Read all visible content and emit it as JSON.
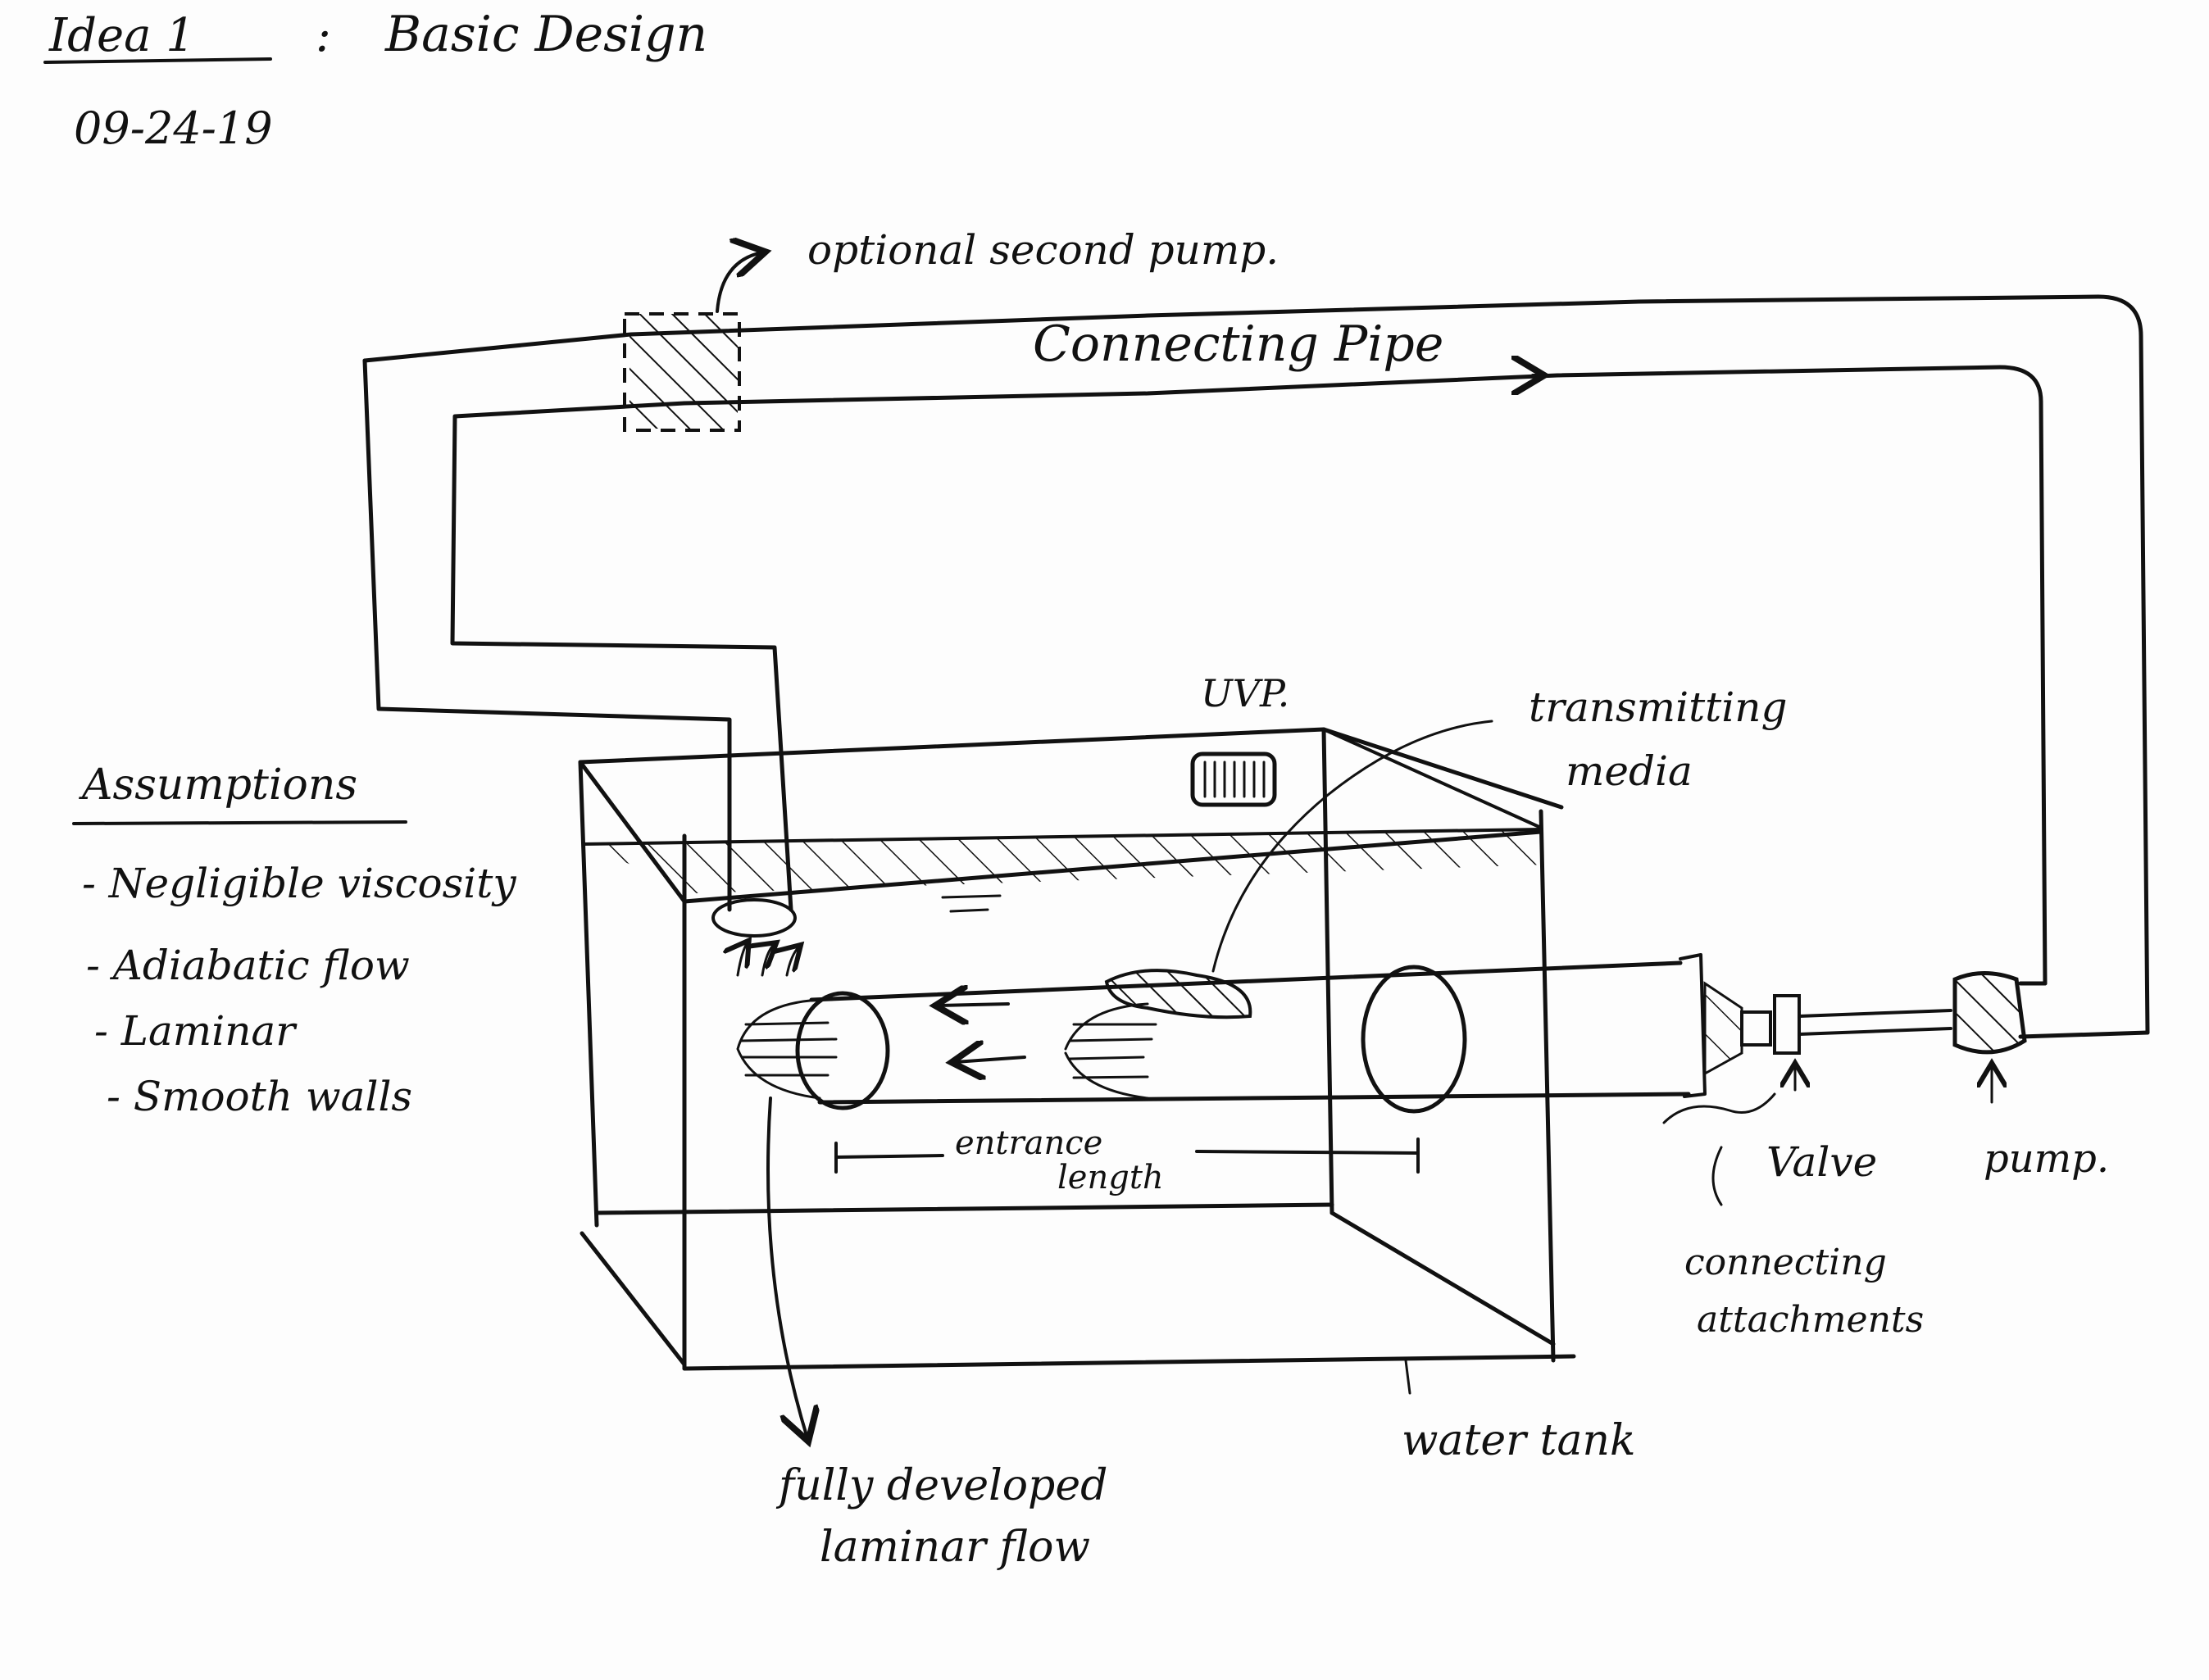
{
  "header": {
    "title": "Idea 1",
    "separator": ":",
    "subtitle": "Basic Design",
    "date": "09-24-19"
  },
  "assumptions": {
    "heading": "Assumptions",
    "items": [
      "- Negligible viscosity",
      "- Adiabatic flow",
      "- Laminar",
      "- Smooth walls"
    ]
  },
  "labels": {
    "optional_pump": "optional second pump.",
    "connecting_pipe": "Connecting Pipe",
    "uvp": "UVP.",
    "transmitting_media_1": "transmitting",
    "transmitting_media_2": "media",
    "entrance_length_1": "entrance",
    "entrance_length_2": "length",
    "valve": "Valve",
    "pump": "pump.",
    "connecting_attachments_1": "connecting",
    "connecting_attachments_2": "attachments",
    "water_tank": "water tank",
    "fully_developed_1": "fully developed",
    "fully_developed_2": "laminar flow"
  },
  "colors": {
    "ink": "#111111",
    "paper": "#fdfdfd"
  }
}
